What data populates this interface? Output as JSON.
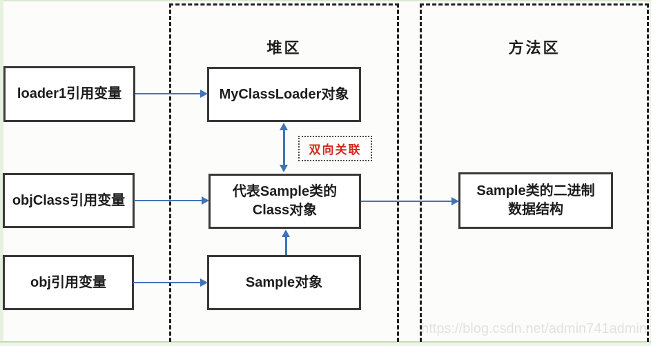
{
  "regions": {
    "heap": {
      "label": "堆区"
    },
    "method": {
      "label": "方法区"
    }
  },
  "boxes": {
    "loader1": {
      "label": "loader1引用变量"
    },
    "objclass": {
      "label": "objClass引用变量"
    },
    "obj": {
      "label": "obj引用变量"
    },
    "myclassloader": {
      "label": "MyClassLoader对象"
    },
    "sampleclass": {
      "line1": "代表Sample类的",
      "line2": "Class对象"
    },
    "sampleobj": {
      "label": "Sample对象"
    },
    "binary": {
      "line1": "Sample类的二进制",
      "line2": "数据结构"
    }
  },
  "annotations": {
    "bidirectional": {
      "label": "双向关联"
    }
  },
  "watermark": "https://blog.csdn.net/admin741admin",
  "colors": {
    "arrow": "#4173b8",
    "box_border": "#383838",
    "association_red": "#d3271d"
  }
}
